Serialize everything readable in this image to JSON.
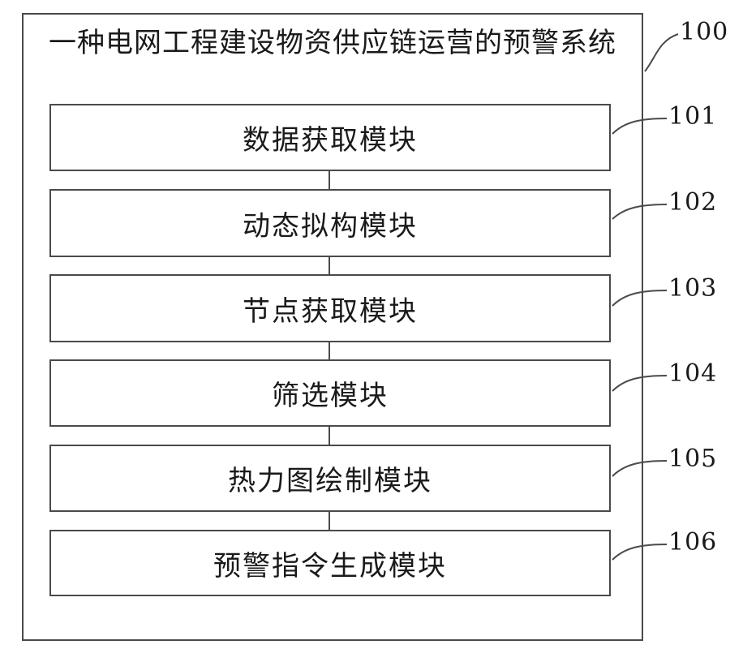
{
  "system": {
    "title": "一种电网工程建设物资供应链运营的预警系统",
    "ref": "100"
  },
  "modules": [
    {
      "label": "数据获取模块",
      "ref": "101"
    },
    {
      "label": "动态拟构模块",
      "ref": "102"
    },
    {
      "label": "节点获取模块",
      "ref": "103"
    },
    {
      "label": "筛选模块",
      "ref": "104"
    },
    {
      "label": "热力图绘制模块",
      "ref": "105"
    },
    {
      "label": "预警指令生成模块",
      "ref": "106"
    }
  ]
}
